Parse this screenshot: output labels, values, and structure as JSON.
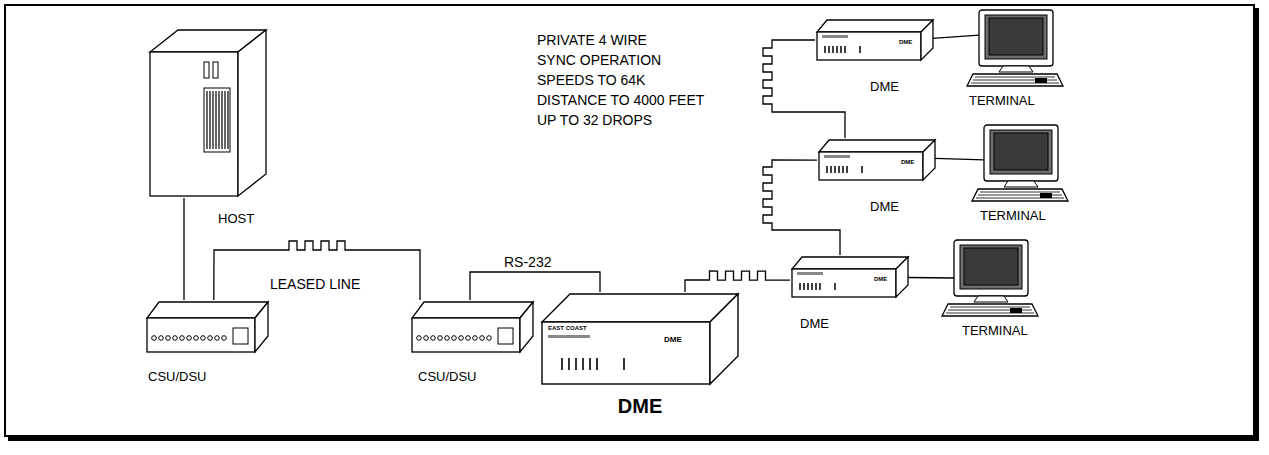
{
  "diagram": {
    "nodes": [
      {
        "text": [
          "HOST"
        ]
      },
      {
        "text": [
          "CSU/DSU"
        ]
      },
      {
        "text": [
          "CSU/DSU"
        ]
      },
      {
        "text": [
          "EAST COAST",
          "DME",
          "DME"
        ]
      },
      {
        "text": [
          "DME",
          "DME"
        ]
      },
      {
        "text": [
          "TERMINAL"
        ]
      },
      {
        "text": [
          "DME",
          "DME"
        ]
      },
      {
        "text": [
          "TERMINAL"
        ]
      },
      {
        "text": [
          "DME",
          "DME"
        ]
      },
      {
        "text": [
          "TERMINAL"
        ]
      }
    ],
    "edges": [
      {
        "from": 0,
        "to": 1,
        "arrow": "none"
      },
      {
        "from": 1,
        "to": 2,
        "label": "LEASED LINE",
        "arrow": "none"
      },
      {
        "from": 2,
        "to": 3,
        "label": "RS-232",
        "arrow": "none"
      },
      {
        "from": 3,
        "to": 8,
        "arrow": "none"
      },
      {
        "from": 8,
        "to": 6,
        "arrow": "none"
      },
      {
        "from": 6,
        "to": 4,
        "arrow": "none"
      },
      {
        "from": 4,
        "to": 5,
        "arrow": "none"
      },
      {
        "from": 6,
        "to": 7,
        "arrow": "none"
      },
      {
        "from": 8,
        "to": 9,
        "arrow": "none"
      }
    ],
    "labels": [
      "PRIVATE 4 WIRE",
      "SYNC OPERATION",
      "SPEEDS TO 64K",
      "DISTANCE TO 4000 FEET",
      "UP TO 32 DROPS"
    ]
  }
}
